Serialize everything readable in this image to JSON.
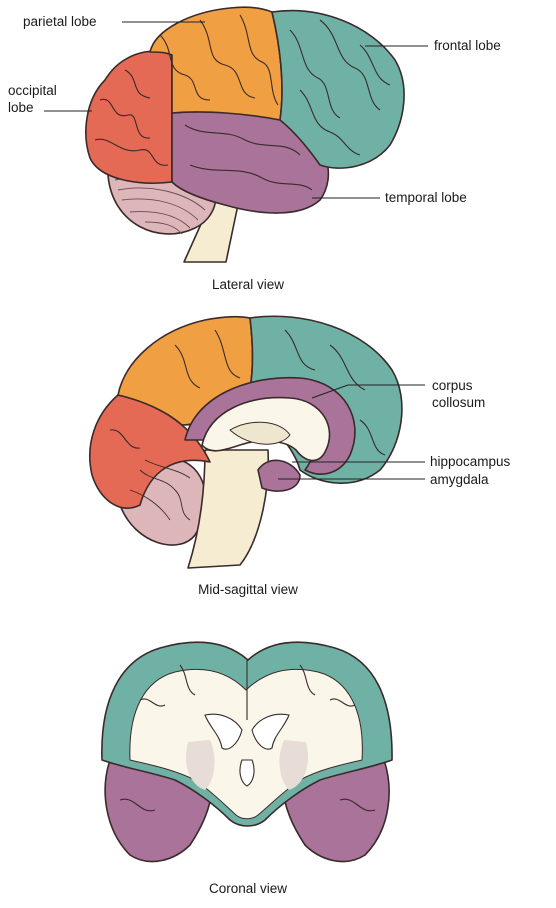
{
  "labels": {
    "parietal": "parietal lobe",
    "frontal": "frontal lobe",
    "occipital": "occipital\nlobe",
    "temporal": "temporal lobe",
    "corpus": "corpus\ncollosum",
    "hippocampus": "hippocampus",
    "amygdala": "amygdala"
  },
  "captions": {
    "lateral": "Lateral view",
    "midsagittal": "Mid-sagittal view",
    "coronal": "Coronal view"
  },
  "colors": {
    "parietal": "#f0a043",
    "frontal": "#6fb2a5",
    "occipital": "#e46a55",
    "temporal": "#a9739a",
    "cerebellum": "#dcb6b9",
    "brainstem": "#f6ecd2",
    "white_matter": "#faf6ea",
    "outline": "#3a2a2a"
  }
}
